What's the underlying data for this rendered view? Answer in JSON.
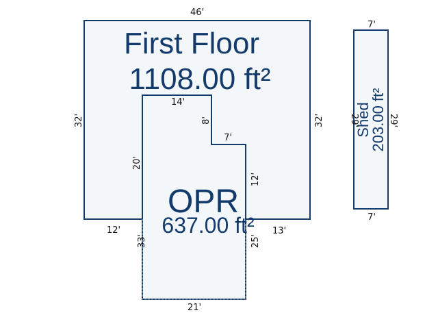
{
  "colors": {
    "outline": "#123a6b",
    "area_fill": "#f4f7fa",
    "label": "#123a6b",
    "dimension_text": "#111111"
  },
  "first_floor": {
    "name": "First Floor",
    "area": "1108.00 ft²",
    "dims": {
      "top": "46'",
      "left": "32'",
      "right": "32'",
      "bottom_left": "12'",
      "bottom_right": "13'"
    }
  },
  "opr": {
    "name": "OPR",
    "area": "637.00 ft²",
    "dims": {
      "top": "14'",
      "notch_drop": "8'",
      "notch_step": "7'",
      "left_upper": "20'",
      "right_mid": "12'",
      "left_lower": "33'",
      "right_lower": "25'",
      "bottom": "21'"
    }
  },
  "shed": {
    "name": "Shed",
    "area": "203.00 ft²",
    "dims": {
      "top": "7'",
      "bottom": "7'",
      "left": "29'",
      "right": "29'"
    }
  }
}
